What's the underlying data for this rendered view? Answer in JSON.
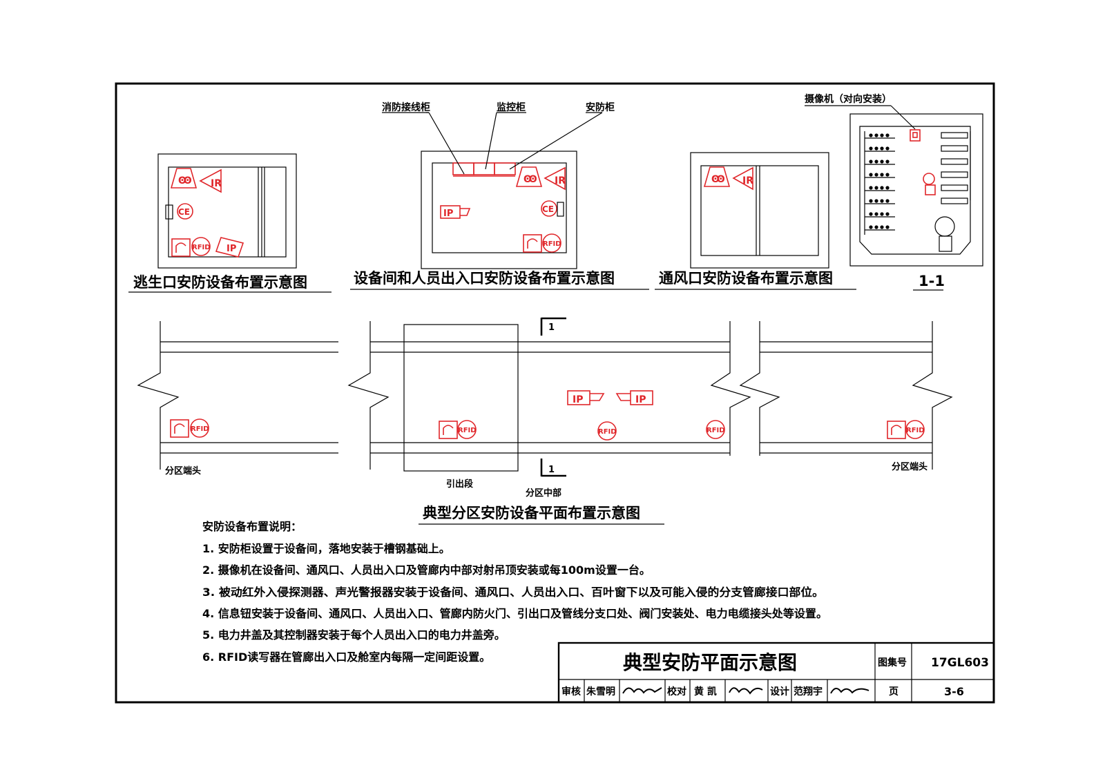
{
  "diagram_titles": {
    "escape_exit": "逃生口安防设备布置示意图",
    "equipment_room": "设备间和人员出入口安防设备布置示意图",
    "vent": "通风口安防设备布置示意图",
    "section": "1-1",
    "typical_zone": "典型分区安防设备平面布置示意图"
  },
  "callouts": {
    "fire_cabinet": "消防接线柜",
    "monitor_cabinet": "监控柜",
    "security_cabinet": "安防柜",
    "camera": "摄像机（对向安装）"
  },
  "plan_labels": {
    "zone_end_left": "分区端头",
    "zone_end_right": "分区端头",
    "lead_out": "引出段",
    "zone_middle": "分区中部",
    "section_mark_top": "1",
    "section_mark_bottom": "1"
  },
  "symbols": {
    "rfid": "RFID",
    "ip": "IP",
    "ir": "IR",
    "ce": "CE",
    "accent_color": "#e0262a"
  },
  "notes": {
    "heading": "安防设备布置说明：",
    "items": [
      "1. 安防柜设置于设备间，落地安装于槽钢基础上。",
      "2. 摄像机在设备间、通风口、人员出入口及管廊内中部对射吊顶安装或每100m设置一台。",
      "3. 被动红外入侵探测器、声光警报器安装于设备间、通风口、人员出入口、百叶窗下以及可能入侵的分支管廊接口部位。",
      "4. 信息钮安装于设备间、通风口、人员出入口、管廊内防火门、引出口及管线分支口处、阀门安装处、电力电缆接头处等设置。",
      "5. 电力井盖及其控制器安装于每个人员出入口的电力井盖旁。",
      "6. RFID读写器在管廊出入口及舱室内每隔一定间距设置。"
    ]
  },
  "title_block": {
    "drawing_title": "典型安防平面示意图",
    "atlas_no_label": "图集号",
    "atlas_no": "17GL603",
    "page_label": "页",
    "page_no": "3-6",
    "review_label": "审核",
    "reviewer": "朱雪明",
    "check_label": "校对",
    "checker": "黄 凯",
    "design_label": "设计",
    "designer": "范翔宇"
  }
}
